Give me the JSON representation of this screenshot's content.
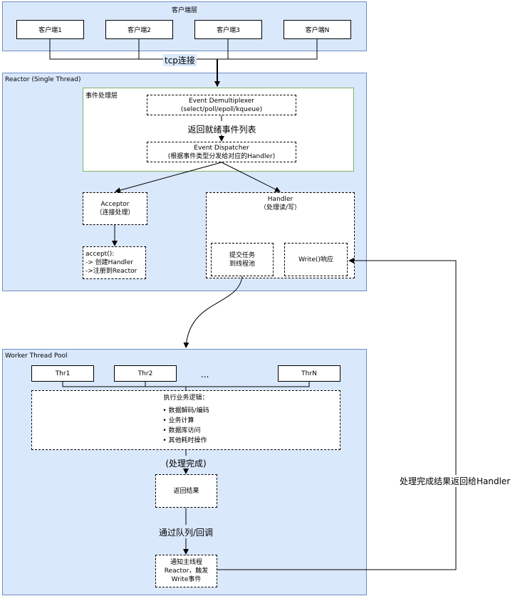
{
  "client_layer": {
    "title": "客户端层",
    "clients": [
      "客户端1",
      "客户端2",
      "客户端3",
      "客户端N"
    ],
    "connection_label": "tcp连接"
  },
  "reactor": {
    "title": "Reactor (Single Thread)",
    "event_layer": {
      "title": "事件处理层",
      "demux_line1": "Event Demultiplexer",
      "demux_line2": "(select/poll/epoll/kqueue)",
      "ready_label": "返回就绪事件列表",
      "dispatcher_line1": "Event Dispatcher",
      "dispatcher_line2": "(根据事件类型分发给对应的Handler)"
    },
    "acceptor_line1": "Acceptor",
    "acceptor_line2": "（连接处理）",
    "accept_line1": "accept():",
    "accept_line2": "-> 创建Handler",
    "accept_line3": "->注册到Reactor",
    "handler_line1": "Handler",
    "handler_line2": "（处理读/写）",
    "submit_line1": "提交任务",
    "submit_line2": "到线程池",
    "write_label": "Write()响应"
  },
  "worker_pool": {
    "title": "Worker Thread Pool",
    "threads": [
      "Thr1",
      "Thr2",
      "ThrN"
    ],
    "ellipsis": "...",
    "logic_title": "执行业务逻辑：",
    "logic_items": [
      "• 数据解码/编码",
      "• 业务计算",
      "• 数据库访问",
      "• 其他耗时操作"
    ],
    "done_label": "(处理完成)",
    "result_label": "返回结果",
    "queue_label": "通过队列/回调",
    "notify_line1": "通知主线程",
    "notify_line2": "Reactor，触发",
    "notify_line3": "Write事件"
  },
  "return_label": "处理完成结果返回给Handler"
}
